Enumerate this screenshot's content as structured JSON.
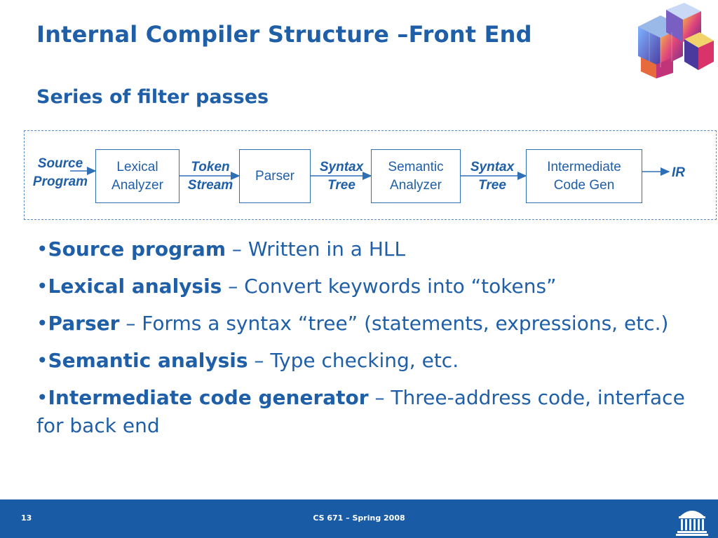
{
  "slide": {
    "title": "Internal Compiler Structure –Front End",
    "subtitle": "Series of filter passes"
  },
  "diagram": {
    "input_label_line1": "Source",
    "input_label_line2": "Program",
    "stages": [
      {
        "line1": "Lexical",
        "line2": "Analyzer"
      },
      {
        "line1": "Parser",
        "line2": ""
      },
      {
        "line1": "Semantic",
        "line2": "Analyzer"
      },
      {
        "line1": "Intermediate",
        "line2": "Code Gen"
      }
    ],
    "flows": [
      {
        "line1": "Token",
        "line2": "Stream"
      },
      {
        "line1": "Syntax",
        "line2": "Tree"
      },
      {
        "line1": "Syntax",
        "line2": "Tree"
      }
    ],
    "output_label": "IR"
  },
  "bullets": [
    {
      "marker": "•",
      "term": "Source program",
      "text": " – Written in a HLL"
    },
    {
      "marker": "•",
      "term": "Lexical analysis",
      "text": " – Convert keywords into “tokens”"
    },
    {
      "marker": "•",
      "term": "Parser",
      "text": " – Forms a syntax “tree” (statements, expressions, etc.)"
    },
    {
      "marker": "•",
      "term": "Semantic analysis",
      "text": " – Type checking, etc."
    },
    {
      "marker": "•",
      "term": "Intermediate code generator",
      "text": " – Three-address code, interface for back end"
    }
  ],
  "footer": {
    "page_number": "13",
    "course": "CS 671 – Spring 2008"
  },
  "icons": {
    "top_right_logo": "colored-cube-logo-icon",
    "footer_logo": "rotunda-icon"
  },
  "colors": {
    "text_blue": "#1f5fa8",
    "footer_blue": "#1a5ba6",
    "frame_dashed": "#5a8fc6"
  }
}
